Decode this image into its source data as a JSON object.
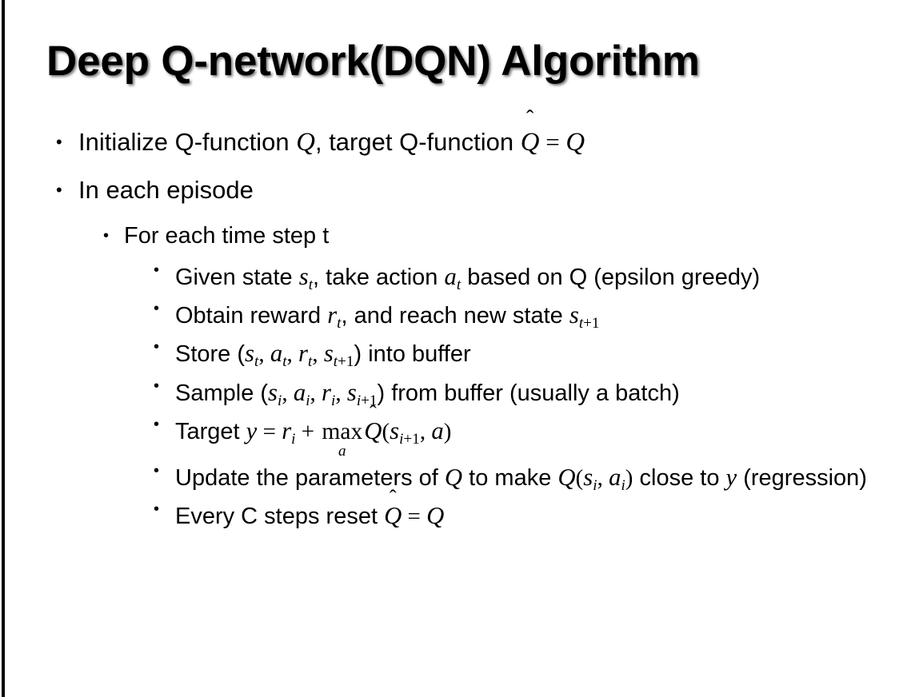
{
  "slide": {
    "title": "Deep Q-network(DQN) Algorithm",
    "background_color": "#ffffff",
    "text_color": "#000000",
    "edge_stripe_color": "#000000",
    "bullet_glyph": "•"
  },
  "content": {
    "level1": [
      {
        "id": "initialize",
        "plain": "Initialize Q-function Q, target Q-function Q̂ = Q",
        "segments": {
          "lead": "Initialize Q-function ",
          "var_q": "Q",
          "mid": ", target Q-function ",
          "hat_char": "̂",
          "hat_base": "Q",
          "equals": " = ",
          "var_q2": "Q"
        }
      },
      {
        "id": "in-each-episode",
        "plain": "In each episode"
      }
    ],
    "level2": [
      {
        "id": "for-each-time-step",
        "plain": "For each time step t"
      }
    ],
    "level3": [
      {
        "id": "given-state",
        "plain": "Given state s_t, take action a_t based on Q (epsilon greedy)",
        "segments": {
          "lead": "Given state ",
          "s": "s",
          "s_sub": "t",
          "mid1": ", take action ",
          "a": "a",
          "a_sub": "t",
          "mid2": " based on Q (epsilon greedy)"
        }
      },
      {
        "id": "obtain-reward",
        "plain": "Obtain reward r_t, and reach new state s_t+1",
        "segments": {
          "lead": "Obtain reward ",
          "r": "r",
          "r_sub": "t",
          "mid": ", and reach new state ",
          "s": "s",
          "s_sub_var": "t",
          "s_sub_plus": "+1"
        }
      },
      {
        "id": "store-transition",
        "plain": "Store (s_t, a_t, r_t, s_t+1) into buffer",
        "segments": {
          "lead": "Store (",
          "s": "s",
          "s_sub": "t",
          "c1": ", ",
          "a": "a",
          "a_sub": "t",
          "c2": ", ",
          "r": "r",
          "r_sub": "t",
          "c3": ", ",
          "s2": "s",
          "s2_sub_var": "t",
          "s2_sub_plus": "+1",
          "tail": ") into buffer"
        }
      },
      {
        "id": "sample-batch",
        "plain": "Sample (s_i, a_i, r_i, s_i+1) from buffer (usually a batch)",
        "segments": {
          "lead": "Sample (",
          "s": "s",
          "s_sub": "i",
          "c1": ", ",
          "a": "a",
          "a_sub": "i",
          "c2": ", ",
          "r": "r",
          "r_sub": "i",
          "c3": ", ",
          "s2": "s",
          "s2_sub_var": "i",
          "s2_sub_plus": "+1",
          "tail": ") from buffer (usually a batch)"
        }
      },
      {
        "id": "target-formula",
        "plain": "Target y = r_i + max_a Q̂(s_i+1, a)",
        "segments": {
          "lead": "Target ",
          "y": "y",
          "eq": " = ",
          "r": "r",
          "r_sub": "i",
          "plus": " + ",
          "max_op": "max",
          "max_sub": "a",
          "hat_char": "̂",
          "hat_base": "Q",
          "open": "(",
          "s": "s",
          "s_sub_var": "i",
          "s_sub_plus": "+1",
          "comma": ", ",
          "a": "a",
          "close": ")"
        }
      },
      {
        "id": "update-parameters",
        "plain": "Update the parameters of Q to make Q(s_i, a_i) close to y (regression)",
        "segments": {
          "lead": "Update the parameters of ",
          "q1": "Q",
          "mid1": " to make ",
          "q2": "Q",
          "open": "(",
          "s": "s",
          "s_sub": "i",
          "comma": ", ",
          "a": "a",
          "a_sub": "i",
          "close": ")",
          "mid2": " close to ",
          "y": "y",
          "tail": " (regression)"
        }
      },
      {
        "id": "reset-target",
        "plain": "Every C steps reset Q̂ = Q",
        "segments": {
          "lead": "Every C steps reset ",
          "hat_char": "̂",
          "hat_base": "Q",
          "eq": " = ",
          "q2": "Q"
        }
      }
    ]
  }
}
